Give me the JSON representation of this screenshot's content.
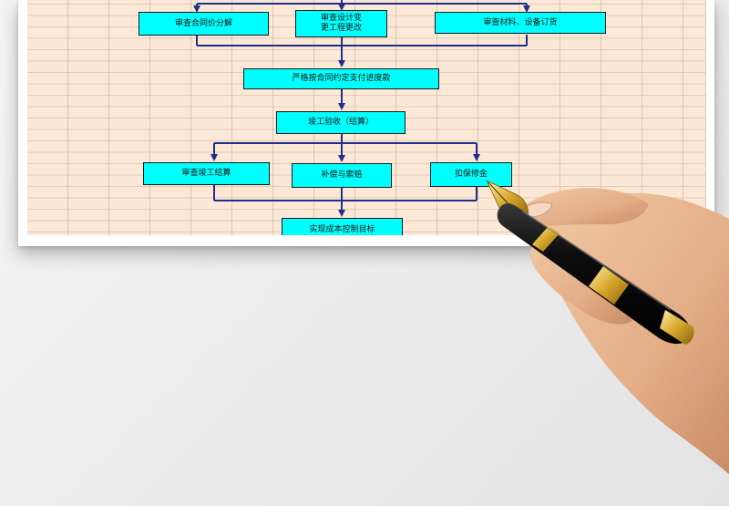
{
  "flowchart": {
    "nodes": [
      {
        "id": "n1",
        "lines": [
          "审查合同价分解"
        ]
      },
      {
        "id": "n2",
        "lines": [
          "审查设计变",
          "更工程更改"
        ]
      },
      {
        "id": "n3",
        "lines": [
          "审查材料、设备订货"
        ]
      },
      {
        "id": "n4",
        "lines": [
          "严格按合同约定支付进度款"
        ]
      },
      {
        "id": "n5",
        "lines": [
          "竣工验收（结算）"
        ]
      },
      {
        "id": "n6",
        "lines": [
          "审查竣工结算"
        ]
      },
      {
        "id": "n7",
        "lines": [
          "补偿与索赔"
        ]
      },
      {
        "id": "n8",
        "lines": [
          "扣保修金"
        ]
      },
      {
        "id": "n9",
        "lines": [
          "实现成本控制目标"
        ]
      }
    ]
  },
  "colors": {
    "node_fill": "#00ffff",
    "connector": "#1f2f8a",
    "sheet_background": "#fbe8d6"
  }
}
